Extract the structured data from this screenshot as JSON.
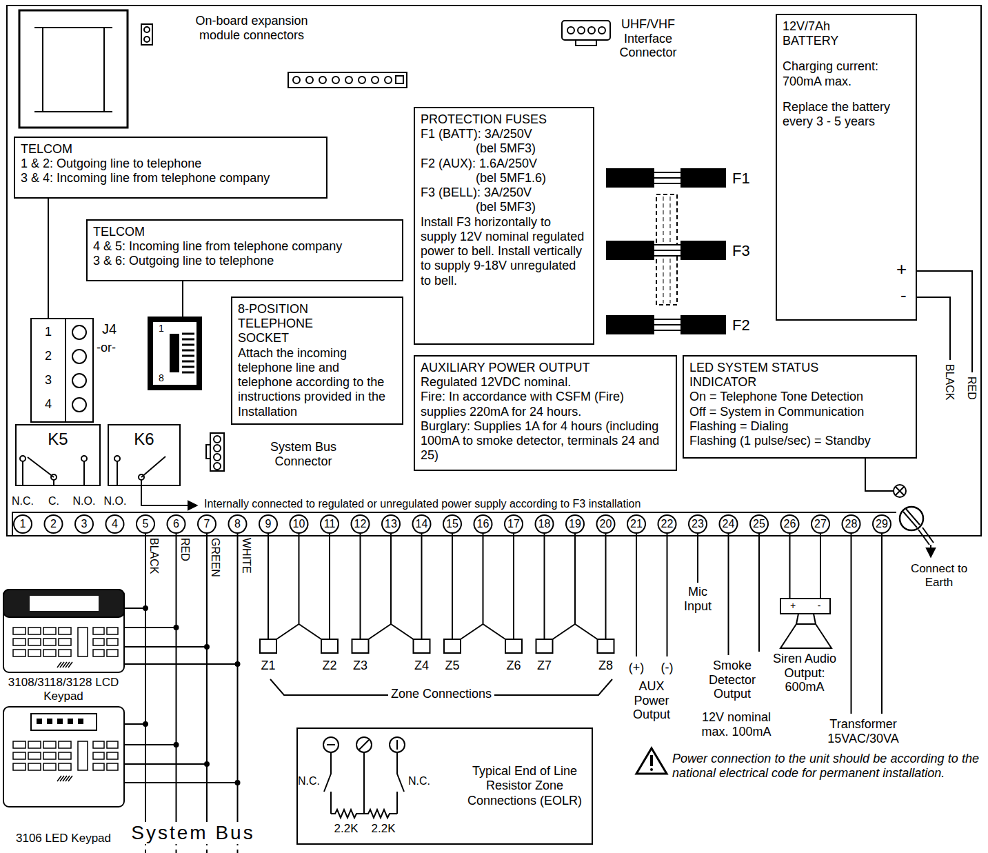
{
  "diagram": {
    "nodes": [
      {
        "text": [
          "TELCOM",
          "1 & 2: Outgoing line to telephone",
          "3 & 4: Incoming line from telephone company"
        ]
      },
      {
        "text": [
          "PROTECTION FUSES",
          "F1 (BATT): 3A/250V (bel 5MF3)",
          "F2 (AUX): 1.6A/250V (bel 5MF1.6)",
          "F3 (BELL): 3A/250V (bel 5MF3)",
          "Install F3 horizontally to supply 12V nominal regulated power to bell. Install vertically to supply 9-18V unregulated to bell."
        ]
      },
      {
        "text": [
          "12V/7Ah BATTERY",
          "Charging current: 700mA max.",
          "Replace the battery every 3 - 5 years"
        ]
      },
      {
        "text": [
          "TELCOM",
          "4 & 5: Incoming line from telephone company",
          "3 & 6: Outgoing line to telephone"
        ]
      },
      {
        "text": [
          "8-POSITION TELEPHONE SOCKET",
          "Attach the incoming telephone line and telephone according to the instructions provided in the Installation"
        ]
      },
      {
        "text": [
          "AUXILIARY POWER OUTPUT",
          "Regulated 12VDC nominal.",
          "Fire: In accordance with CSFM (Fire) supplies 220mA for 24 hours.",
          "Burglary: Supplies 1A for 4 hours (including 100mA to smoke detector, terminals 24 and 25)"
        ]
      },
      {
        "text": [
          "LED SYSTEM STATUS INDICATOR",
          "On = Telephone Tone Detection",
          "Off = System in Communication",
          "Flashing = Dialing",
          "Flashing (1 pulse/sec) = Standby"
        ]
      },
      {
        "text": [
          "K5"
        ]
      },
      {
        "text": [
          "K6"
        ]
      },
      {
        "text": [
          "Typical End of Line Resistor Zone Connections (EOLR)"
        ]
      }
    ],
    "labels": [
      "On-board expansion module connectors",
      "UHF/VHF Interface Connector",
      "F1",
      "F3",
      "F2",
      "+",
      "-",
      "BLACK",
      "RED",
      "1",
      "2",
      "3",
      "4",
      "J4",
      "-or-",
      "1",
      "8",
      "System Bus Connector",
      "N.C.",
      "C.",
      "N.O.",
      "N.O.",
      "Internally connected to regulated or unregulated power supply according to F3 installation",
      "1",
      "2",
      "3",
      "4",
      "5",
      "6",
      "7",
      "8",
      "9",
      "10",
      "11",
      "12",
      "13",
      "14",
      "15",
      "16",
      "17",
      "18",
      "19",
      "20",
      "21",
      "22",
      "23",
      "24",
      "25",
      "26",
      "27",
      "28",
      "29",
      "BLACK",
      "RED",
      "GREEN",
      "WHITE",
      "Z1",
      "Z2",
      "Z3",
      "Z4",
      "Z5",
      "Z6",
      "Z7",
      "Z8",
      "Zone Connections",
      "(+)",
      "(-)",
      "AUX Power Output",
      "Mic Input",
      "Smoke Detector Output",
      "12V nominal max. 100mA",
      "+",
      "-",
      "Siren Audio Output: 600mA",
      "Transformer 15VAC/30VA",
      "Connect to Earth",
      "Power connection to the unit should be according to the national electrical code for permanent installation.",
      "N.C.",
      "N.C.",
      "2.2K",
      "2.2K",
      "3108/3118/3128 LCD Keypad",
      "3106 LED Keypad",
      "System Bus"
    ]
  }
}
